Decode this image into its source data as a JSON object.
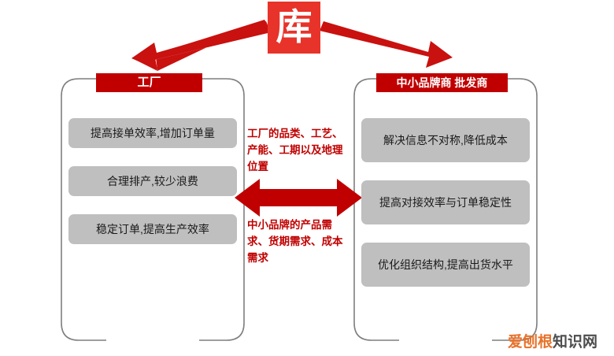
{
  "logo": {
    "character": "库",
    "bg_color": "#e8332a",
    "text_color": "#ffffff",
    "name": "ku-logo"
  },
  "arrows": {
    "top_left": {
      "name": "arrow-to-factory",
      "direction": "down-left",
      "color": "#c00000"
    },
    "top_right": {
      "name": "arrow-to-brand",
      "direction": "down-right",
      "color": "#c00000"
    },
    "center": {
      "name": "bidirectional-arrow",
      "direction": "left-right",
      "color": "#c00000"
    }
  },
  "left_panel": {
    "header": "工厂",
    "header_bg": "#c00000",
    "frame_color": "#7f7f7f",
    "item_bg": "#bfbfbf",
    "items": [
      "提高接单效率,增加订单量",
      "合理排产,较少浪费",
      "稳定订单,提高生产效率"
    ]
  },
  "right_panel": {
    "header": "中小品牌商 批发商",
    "header_bg": "#c00000",
    "frame_color": "#7f7f7f",
    "item_bg": "#bfbfbf",
    "items": [
      "解决信息不对称,降低成本",
      "提高对接效率与订单稳定性",
      "优化组织结构,提高出货水平"
    ]
  },
  "center_captions": {
    "top": "工厂的品类、工艺、产能、工期以及地理位置",
    "bottom": "中小品牌的产品需求、货期需求、成本需求",
    "color": "#c00000"
  },
  "watermark": {
    "part_orange": "爱刨根",
    "part_gray": "知识网",
    "orange": "#e8722a",
    "gray": "#4d4d4d"
  }
}
